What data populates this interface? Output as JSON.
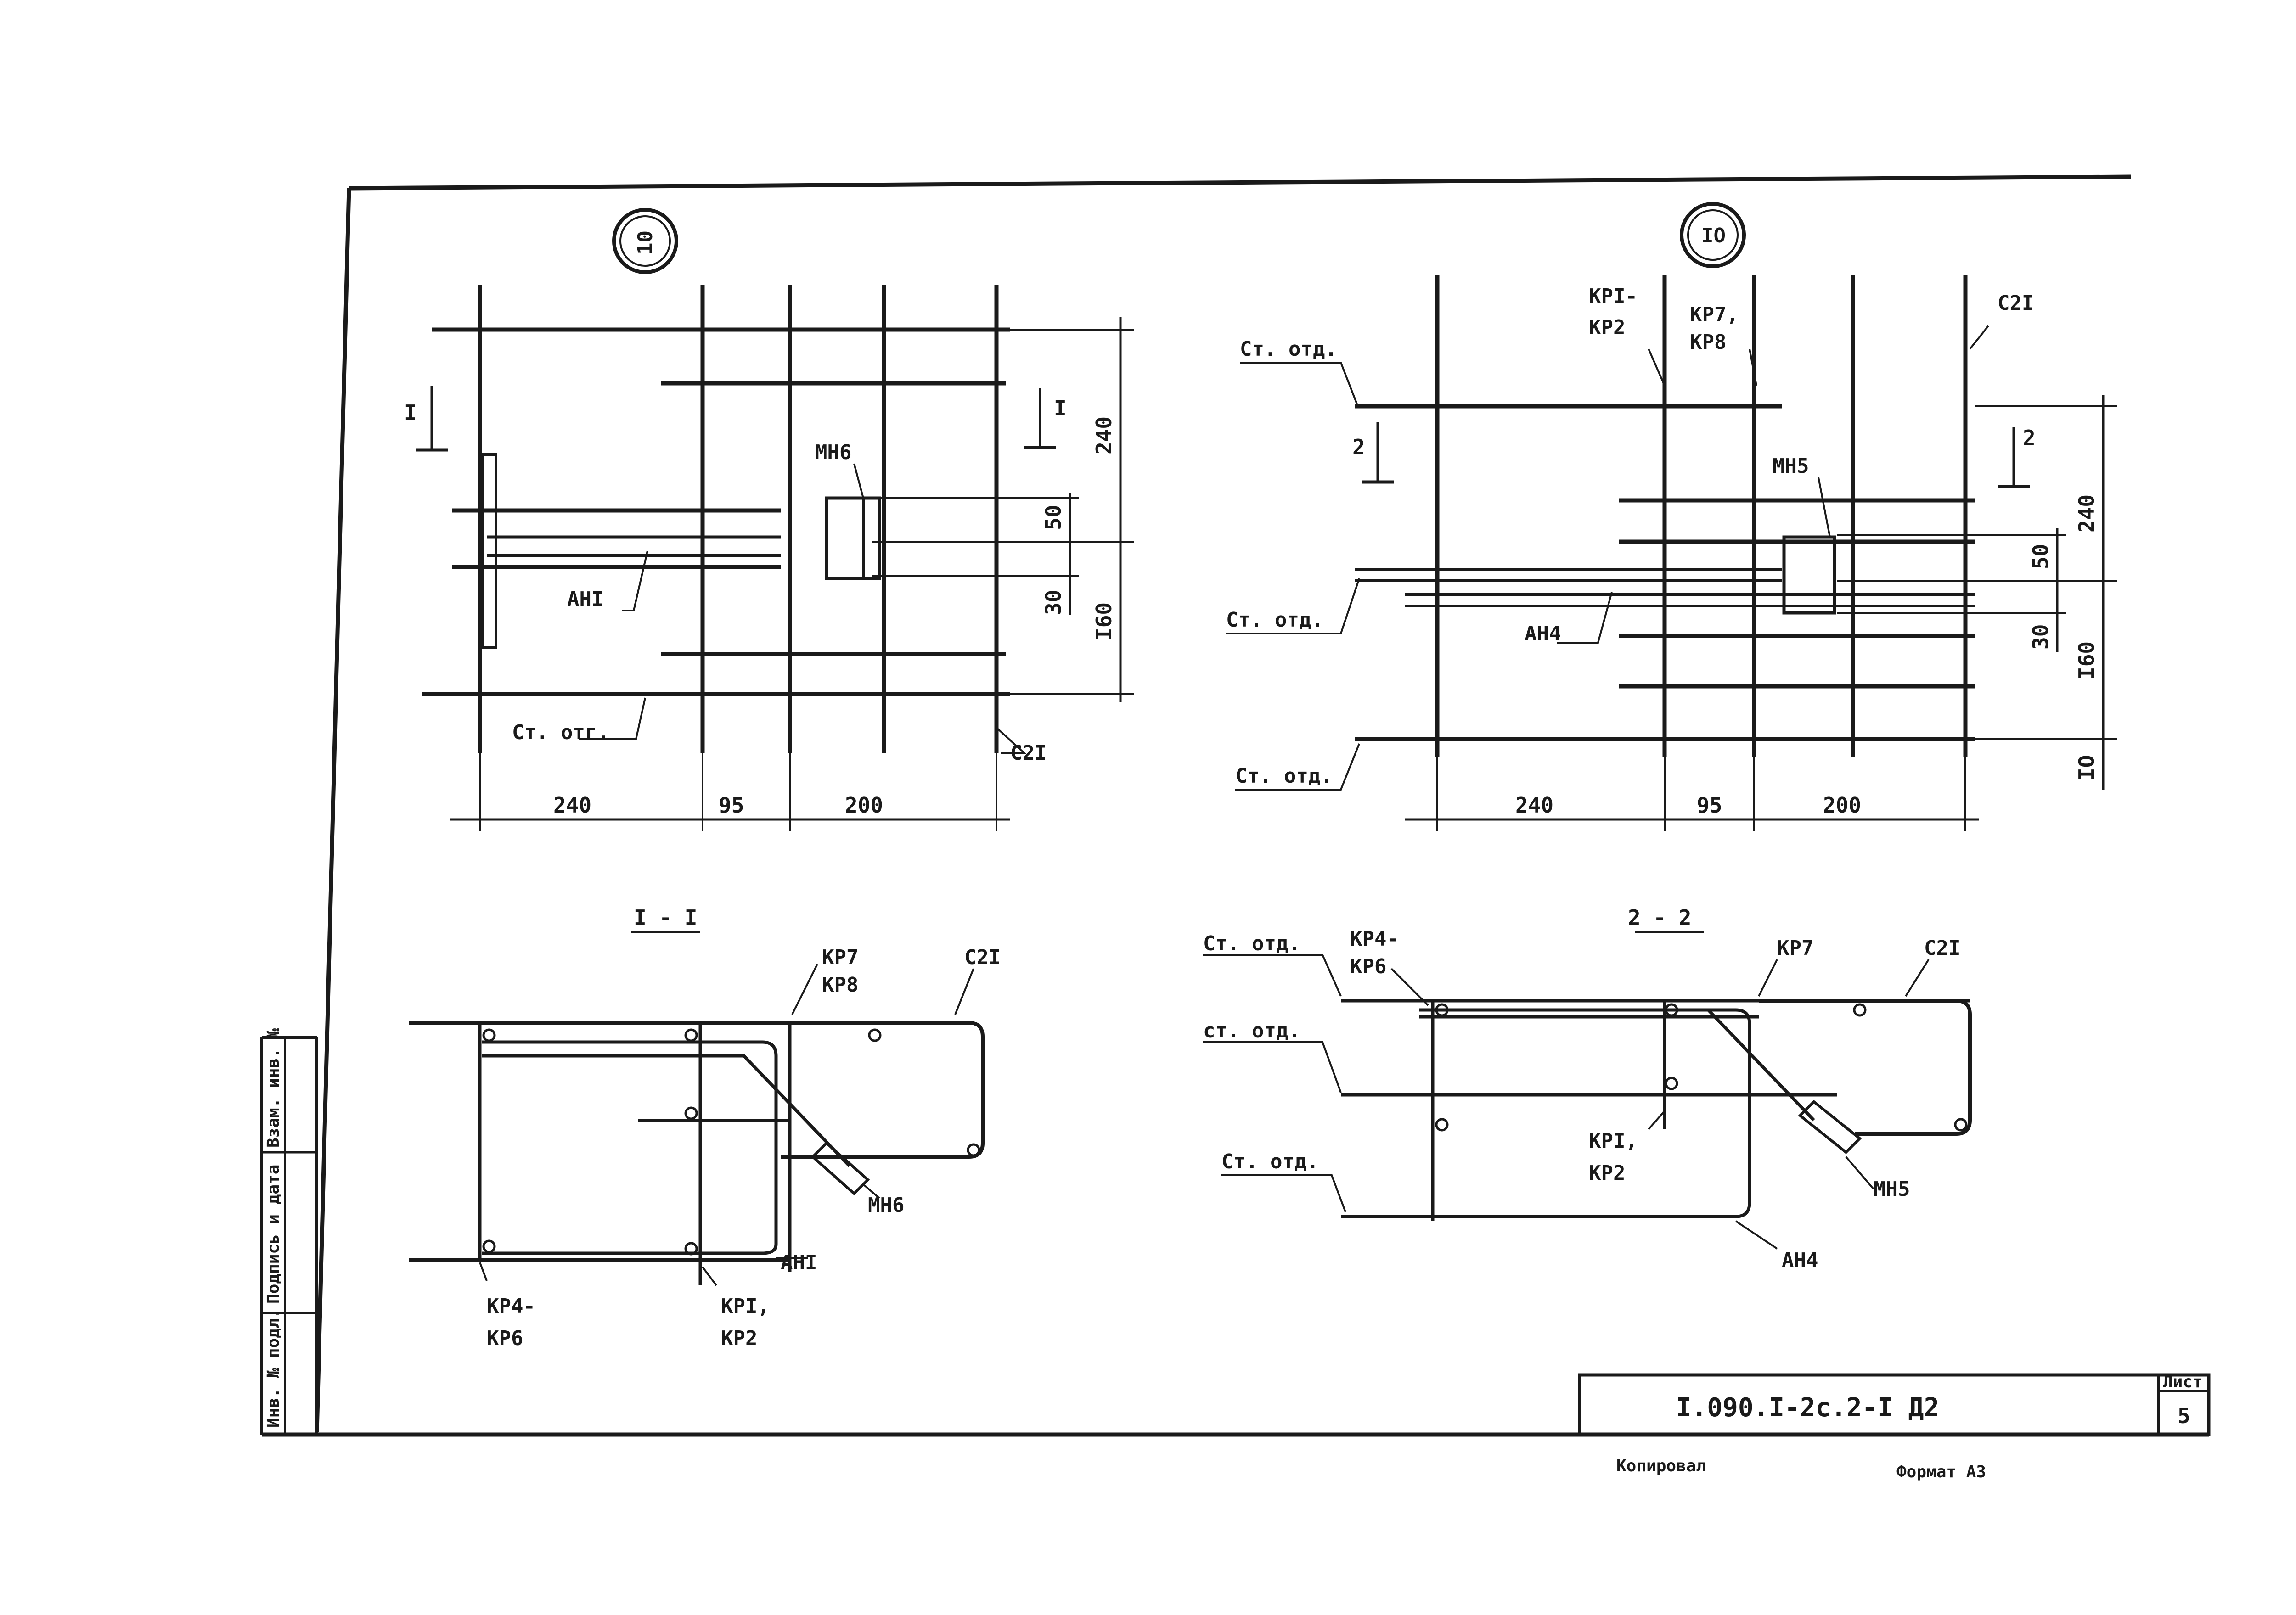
{
  "sheet": {
    "code": "I.090.I-2c.2-I Д2",
    "sheet_label": "Лист",
    "sheet_number": "5",
    "footer_left": "Копировал",
    "footer_right": "Формат А3"
  },
  "side_stamp": [
    "Инв. № подл.",
    "Подпись и дата",
    "Взам. инв. №"
  ],
  "views": {
    "plan_left": {
      "marker": "10",
      "cut_mark": "I",
      "labels": {
        "mn": "МН6",
        "an": "АНI",
        "st": "Ст. отг.",
        "c": "С2I"
      },
      "dims_h": [
        "240",
        "95",
        "200"
      ],
      "dims_v": [
        "240",
        "50",
        "30",
        "I60"
      ]
    },
    "plan_right": {
      "marker": "IO",
      "cut_mark": "2",
      "labels": {
        "kp1": "КPI-",
        "kp2": "КP2",
        "kp7": "КP7,",
        "kp8": "КP8",
        "c": "С2I",
        "st1": "Ст. отд.",
        "st2": "Ст. отд.",
        "st3": "Ст. отд.",
        "mn": "МН5",
        "an": "АН4"
      },
      "dims_h": [
        "240",
        "95",
        "200"
      ],
      "dims_v": [
        "240",
        "50",
        "30",
        "I60",
        "IO"
      ]
    },
    "section_1": {
      "title": "I - I",
      "labels": {
        "kp7": "КP7",
        "kp8": "КP8",
        "c": "С2I",
        "mn": "МН6",
        "an": "АНI",
        "kp4": "КP4-",
        "kp6": "КP6",
        "kp1": "КPI,",
        "kp2": "КP2"
      }
    },
    "section_2": {
      "title": "2 - 2",
      "labels": {
        "st1": "Ст. отд.",
        "kp4": "КP4-",
        "kp6": "КP6",
        "kp7": "КP7",
        "c": "С2I",
        "st2": "ст. отд.",
        "kp1": "КPI,",
        "kp2": "КP2",
        "st3": "Ст. отд.",
        "mn": "МН5",
        "an": "АН4"
      }
    }
  }
}
